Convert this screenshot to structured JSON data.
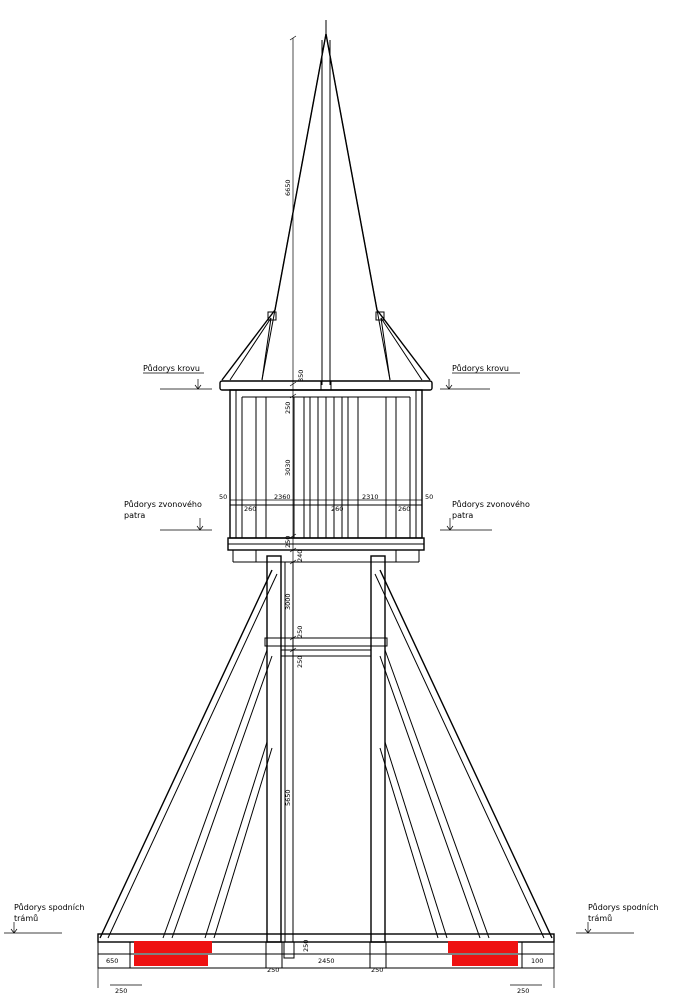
{
  "labels": {
    "roof_left": "Půdorys krovu",
    "roof_right": "Půdorys krovu",
    "bell_left_1": "Půdorys zvonového",
    "bell_left_2": "patra",
    "bell_right_1": "Půdorys zvonového",
    "bell_right_2": "patra",
    "base_left_1": "Půdorys spodních",
    "base_left_2": "trámů",
    "base_right_1": "Půdorys spodních",
    "base_right_2": "trámů"
  },
  "dimensions": {
    "spire_height": "6650",
    "roof_edge": "350",
    "bell_upper": "250",
    "bell_height": "3030",
    "floor_a": "250",
    "floor_b": "240",
    "post_upper": "3000",
    "brace_a": "250",
    "brace_b": "250",
    "post_lower": "5650",
    "base_a": "250",
    "bell_width_left": "2360",
    "bell_width_right": "2310",
    "bell_edge_left": "50",
    "bell_edge_right": "50",
    "bell_post_left": "260",
    "bell_post_mid": "260",
    "bell_post_right": "260",
    "base_left": "650",
    "base_mid": "2450",
    "base_right": "100",
    "base_small_left": "250",
    "base_small_right": "250",
    "base_bottom_left": "250",
    "base_bottom_right": "250"
  },
  "colors": {
    "line": "#000000",
    "highlight": "#ee1111"
  }
}
